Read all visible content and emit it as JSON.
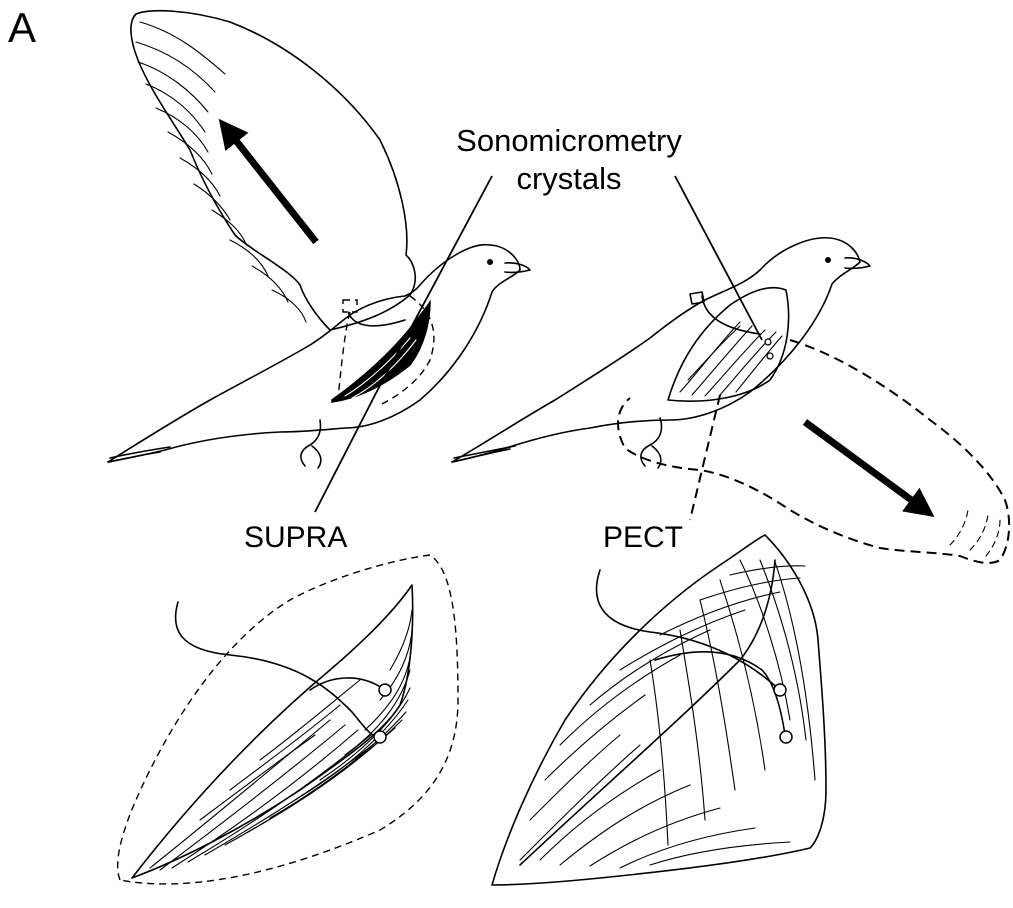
{
  "figure": {
    "panel_letter": "A",
    "labels": {
      "crystals_line1": "Sonomicrometry",
      "crystals_line2": "crystals",
      "supra": "SUPRA",
      "pect": "PECT"
    }
  },
  "colors": {
    "ink": "#000000",
    "background": "#ffffff"
  },
  "icons": [
    "up-arrow-icon",
    "down-arrow-icon",
    "crystal-marker-icon"
  ]
}
